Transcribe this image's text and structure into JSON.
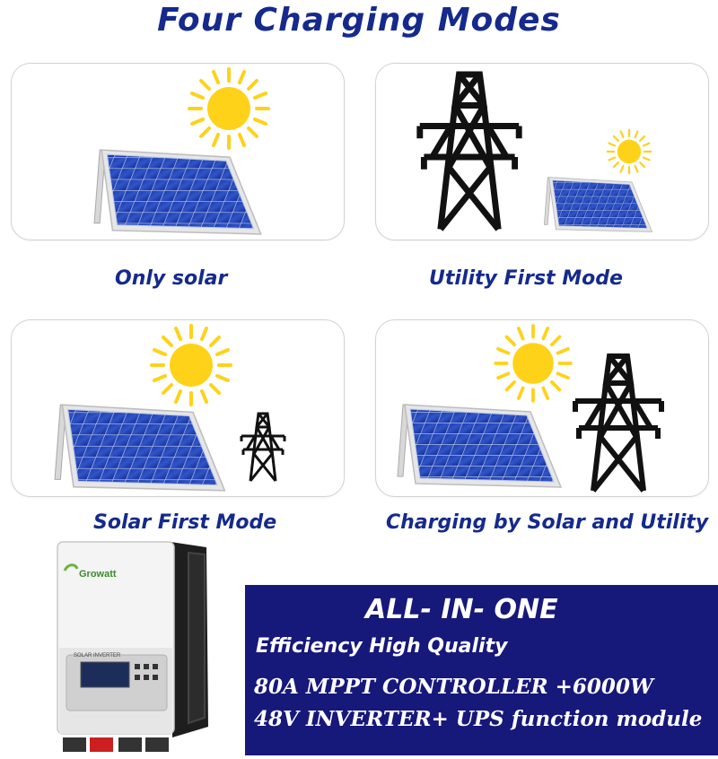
{
  "title": "Four Charging Modes",
  "modes": [
    {
      "label": "Only solar"
    },
    {
      "label": "Utility First Mode"
    },
    {
      "label": "Solar First Mode"
    },
    {
      "label": "Charging by Solar and Utility"
    }
  ],
  "product": {
    "brand": "Growatt",
    "screen_label": "SOLAR INVERTER"
  },
  "banner": {
    "line1": "ALL- IN- ONE",
    "line2": "Efficiency High Quality",
    "line3": "80A MPPT CONTROLLER +6000W",
    "line4": "48V INVERTER+ UPS function module"
  },
  "colors": {
    "accent": "#152a8c",
    "banner_bg": "#16187a",
    "sun": "#ffd21a",
    "panel": "#2340b0"
  }
}
